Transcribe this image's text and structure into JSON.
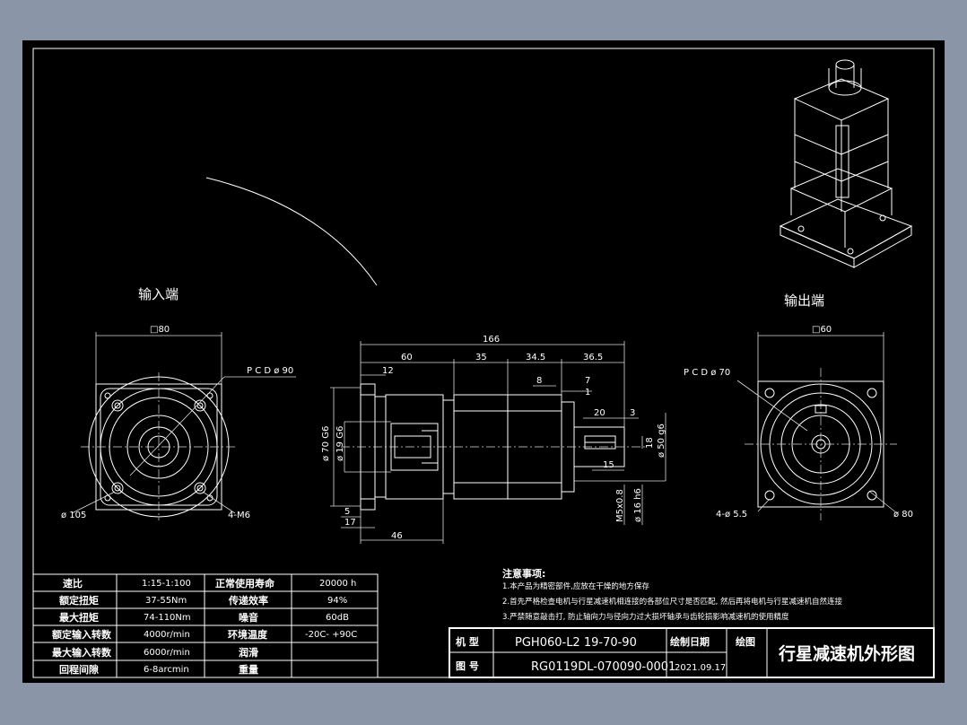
{
  "labels": {
    "input_end": "输入端",
    "output_end": "输出端"
  },
  "input_view": {
    "square": "□80",
    "pcd": "P C D ø 90",
    "dia": "ø 105",
    "holes": "4-M6"
  },
  "output_view": {
    "square": "□60",
    "pcd": "P C D ø 70",
    "holes": "4-ø 5.5",
    "dia": "ø 80"
  },
  "side_view": {
    "total": "166",
    "seg1": "60",
    "seg2": "35",
    "seg3": "34.5",
    "seg4": "36.5",
    "d12": "12",
    "d8": "8",
    "d7": "7",
    "d1": "1",
    "d20": "20",
    "d3": "3",
    "d18": "18",
    "d15": "15",
    "d5": "5",
    "d17": "17",
    "d46": "46",
    "dia70": "ø 70 G6",
    "dia19": "ø 19 G6",
    "dia50": "ø 50 g6",
    "dia16": "ø 16 h6",
    "m5": "M5x0.8"
  },
  "spec_table": [
    [
      "速比",
      "1:15-1:100",
      "正常使用寿命",
      "20000  h"
    ],
    [
      "额定扭矩",
      "37-55Nm",
      "传递效率",
      "94%"
    ],
    [
      "最大扭矩",
      "74-110Nm",
      "噪音",
      "60dB"
    ],
    [
      "额定输入转数",
      "4000r/min",
      "环境温度",
      "-20C-  +90C"
    ],
    [
      "最大输入转数",
      "6000r/min",
      "润滑",
      ""
    ],
    [
      "回程间隙",
      "6-8arcmin",
      "重量",
      ""
    ]
  ],
  "notes": {
    "title": "注意事项:",
    "line1": "1.本产品为精密部件,应放在干燥的地方保存",
    "line2": "2.首先严格检查电机与行星减速机相连接的各部位尺寸是否匹配, 然后再将电机与行星减速机自然连接",
    "line3": "3.严禁随意敲击打, 防止轴向力与径向力过大损坏轴承与齿轮损影响减速机的使用精度"
  },
  "title_block": {
    "model_label": "机  型",
    "model_value": "PGH060-L2 19-70-90",
    "drawing_label": "图  号",
    "drawing_value": "RG0119DL-070090-0001",
    "date_label": "绘制日期",
    "date_value": "2021.09.17",
    "draw_label": "绘图",
    "title": "行星减速机外形图"
  },
  "colors": {
    "outer_background": "#8a95a8",
    "sheet": "#000000",
    "lines": "#ffffff"
  }
}
